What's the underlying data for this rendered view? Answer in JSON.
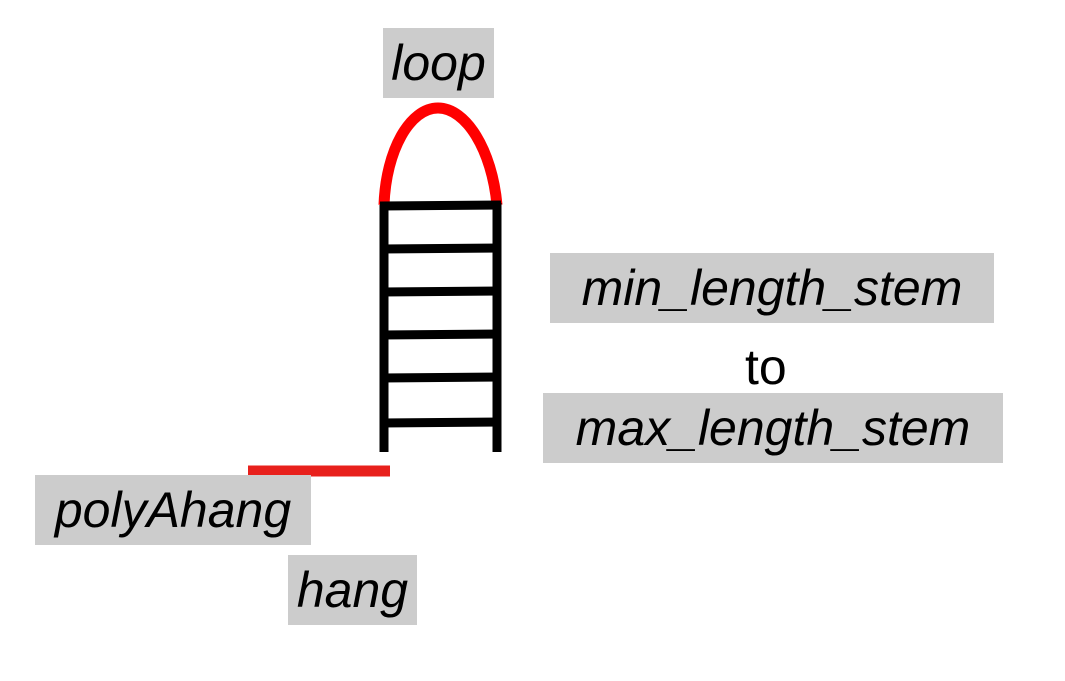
{
  "labels": {
    "loop": "loop",
    "min_length_stem": "min_length_stem",
    "to": "to",
    "max_length_stem": "max_length_stem",
    "polyAhang": "polyAhang",
    "hang": "hang"
  },
  "colors": {
    "loop_arc": "#ff0000",
    "hang_line": "#e8201c",
    "stem": "#000000",
    "label_bg": "#cccccc"
  }
}
